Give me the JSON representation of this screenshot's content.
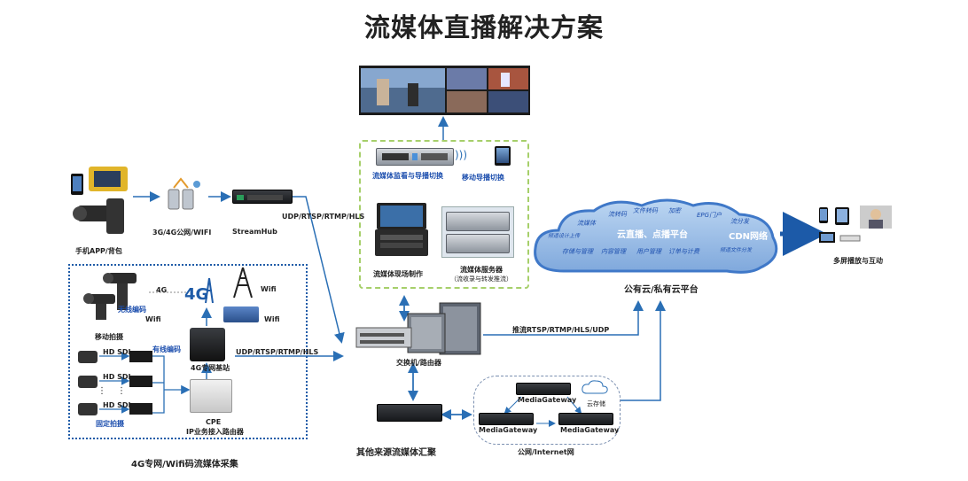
{
  "title": "流媒体直播解决方案",
  "top": {
    "monitor_wall": "monitor-wall-image",
    "director_switch": "流媒体监看与导播切换",
    "mobile_switch": "移动导播切换",
    "field_production": "流媒体现场制作",
    "media_server_line1": "流媒体服务器",
    "media_server_line2": "（流收录与转发推流）"
  },
  "left_top": {
    "mobile_label": "手机APP/背包",
    "network_label": "3G/4G公网/WIFI",
    "streamhub_label": "StreamHub",
    "protocol_label": "UDP/RTSP/RTMP/HLS"
  },
  "left_box": {
    "wireless_label": "无线编码",
    "cam_4g": "4G",
    "cam_wifi": "Wifi",
    "mobile_shoot": "移动拍摄",
    "wired_label": "有线编码",
    "hd_sdi": [
      "HD SDI",
      "HD SDI",
      "HD SDI"
    ],
    "fixed_shoot": "固定拍摄",
    "base_station": "4G专网基站",
    "wifi_ap": "Wifi",
    "wifi_tower": "Wifi",
    "badge_4g": "4G",
    "cpe_line1": "CPE",
    "cpe_line2": "IP业务接入路由器",
    "protocol_label": "UDP/RTSP/RTMP/HLS",
    "caption": "4G专网/Wifi码流媒体采集"
  },
  "cloud": {
    "labels": [
      "流媒体",
      "流转码",
      "文件转码",
      "加密",
      "EPG门户",
      "流分发",
      "频道设计上传",
      "存储与管理",
      "内容管理",
      "用户管理",
      "订单与计费",
      "频道文件分发"
    ],
    "center_left": "云直播、点播平台",
    "center_right": "CDN网络",
    "caption": "公有云/私有云平台"
  },
  "right": {
    "caption": "多屏播放与互动"
  },
  "middle": {
    "switch_label": "交换机/路由器",
    "push_protocol": "推流RTSP/RTMP/HLS/UDP",
    "other_sources": "其他来源流媒体汇聚"
  },
  "internet": {
    "gateway_top": "MediaGateway",
    "gateway_left": "MediaGateway",
    "gateway_right": "MediaGateway",
    "cloud_storage": "云存储",
    "caption": "公网/Internet网"
  },
  "colors": {
    "arrow": "#2a6fb5",
    "green_dash": "#a6cf6a",
    "blue_dash": "#1f5ca8",
    "cloud": "#3f78c8"
  }
}
